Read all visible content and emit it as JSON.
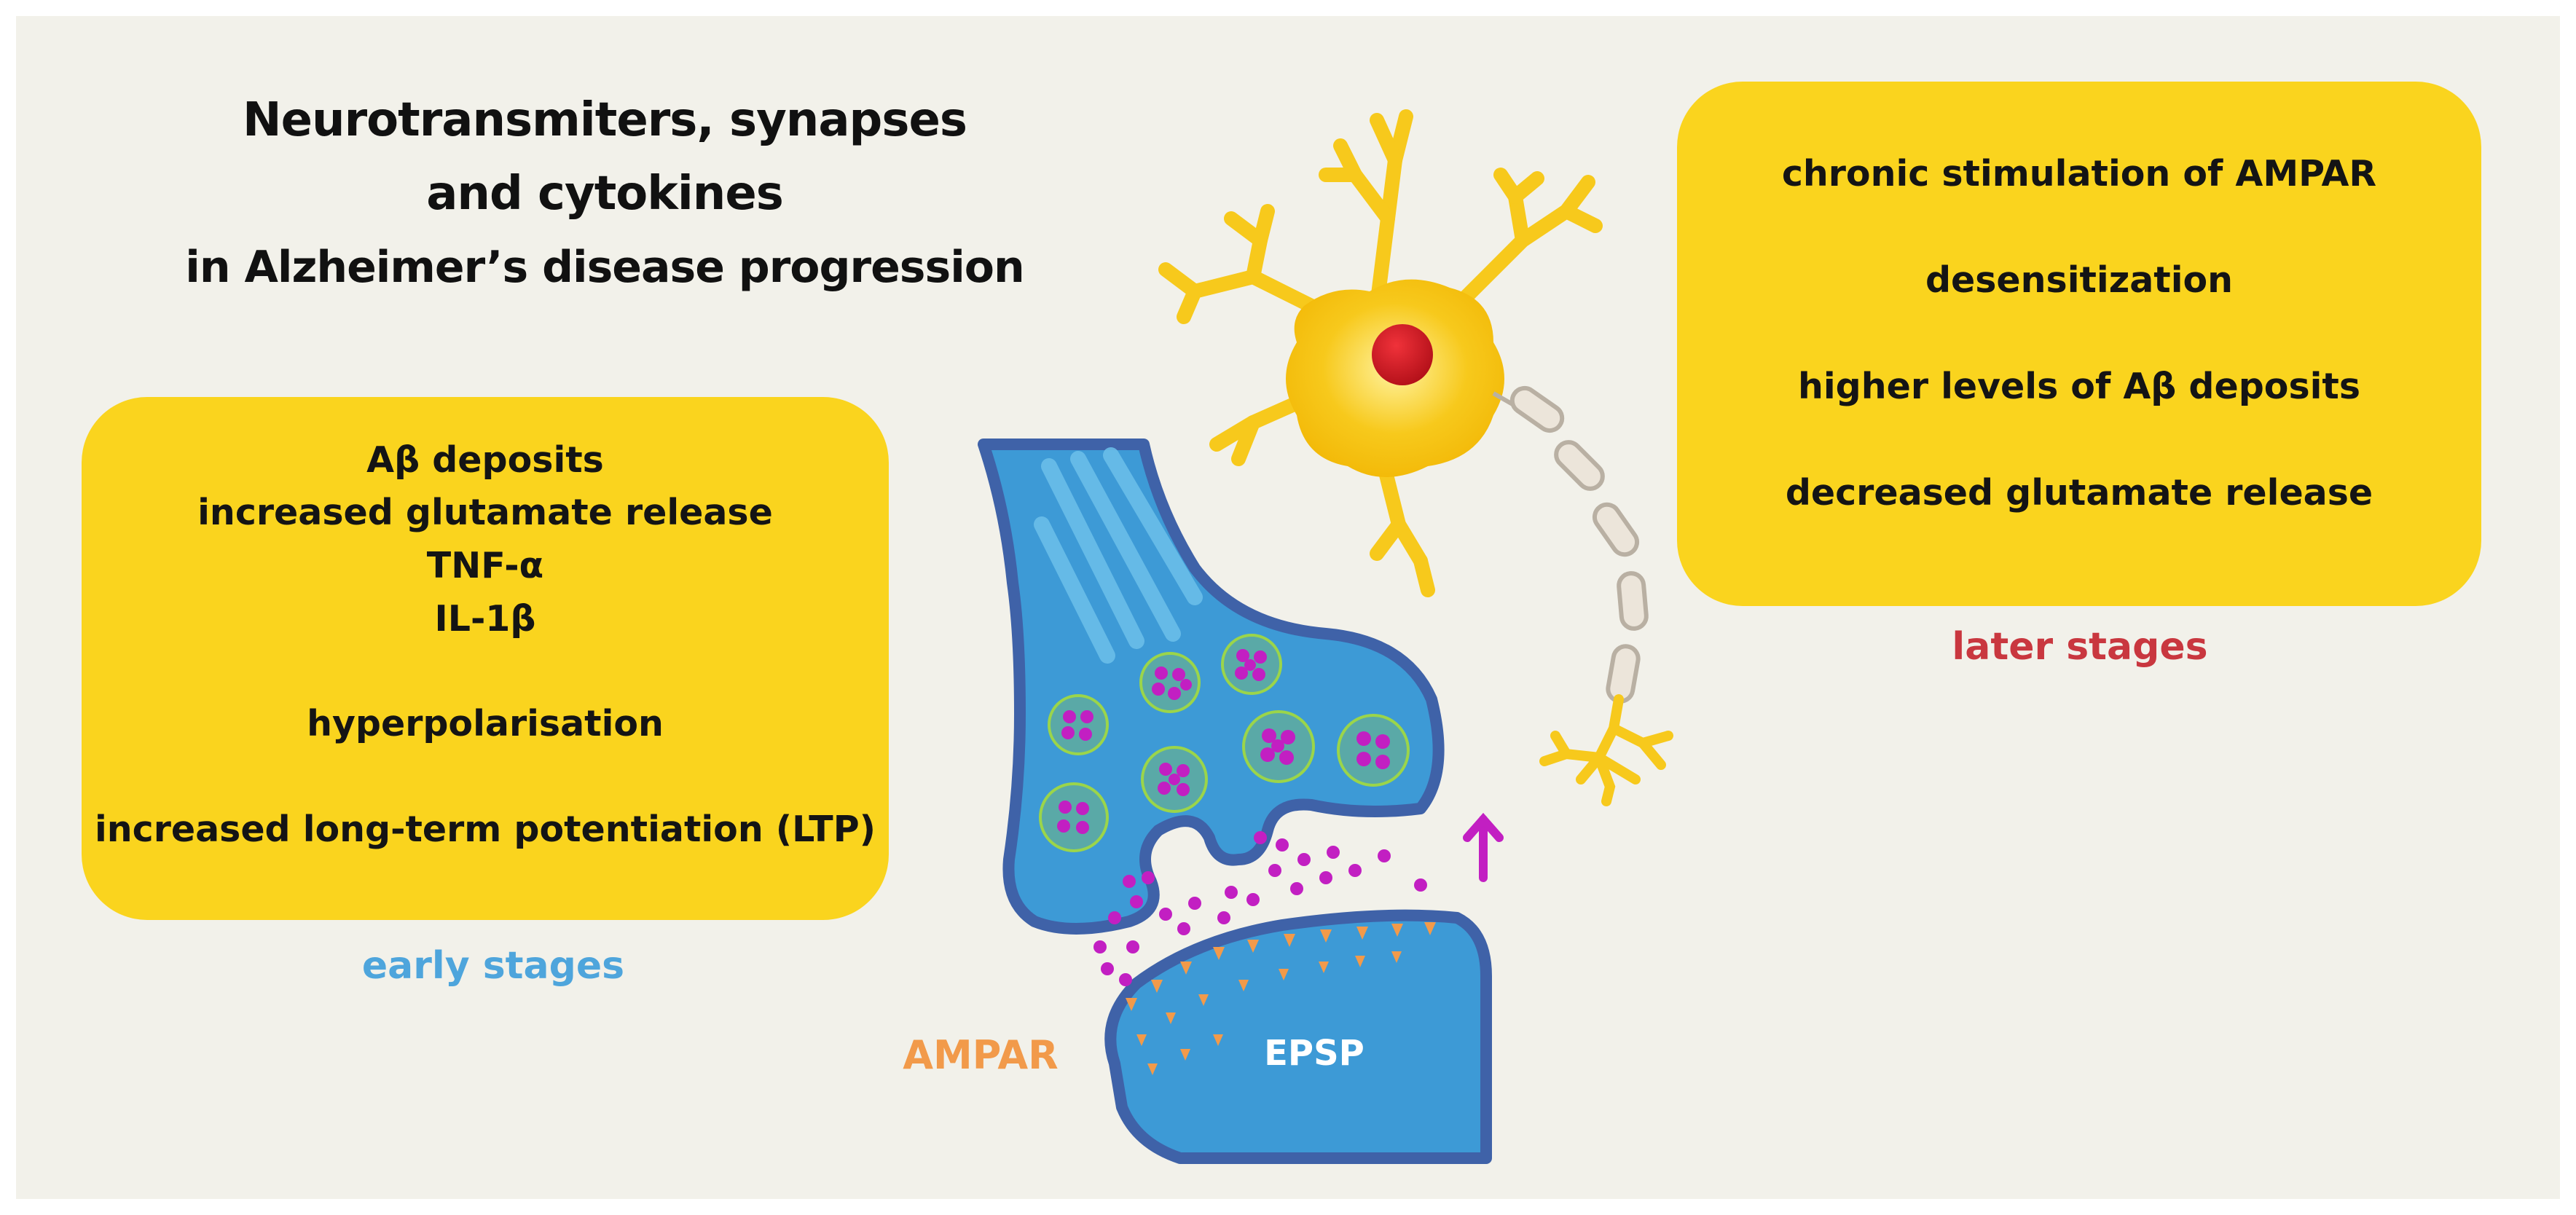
{
  "title": {
    "line1": "Neurotransmiters, synapses",
    "line2": "and cytokines",
    "line3": "in Alzheimer’s disease progression"
  },
  "early_box": {
    "line1": "Aβ deposits",
    "line2": "increased glutamate release",
    "line3": "TNF-α",
    "line4": "IL-1β",
    "line5": "hyperpolarisation",
    "line6": "increased long-term potentiation (LTP)"
  },
  "early_label": "early stages",
  "later_box": {
    "line1": "chronic stimulation of AMPAR",
    "line2": "desensitization",
    "line3": "higher levels of Aβ deposits",
    "line4": "decreased glutamate release"
  },
  "later_label": "later stages",
  "synapse": {
    "receptor_label": "AMPAR",
    "postsynaptic_label": "EPSP"
  },
  "colors": {
    "background": "#f2f1ea",
    "box_fill": "#fad41e",
    "early_stage": "#4ea5dc",
    "later_stage": "#c9373f",
    "ampar": "#f29a4a",
    "neurotransmitter": "#c21fc2",
    "neuron": "#f7c91c",
    "synapse_blue": "#3d9ad6"
  },
  "icons": [
    "neuron-icon",
    "synapse-icon",
    "up-arrow-icon"
  ]
}
